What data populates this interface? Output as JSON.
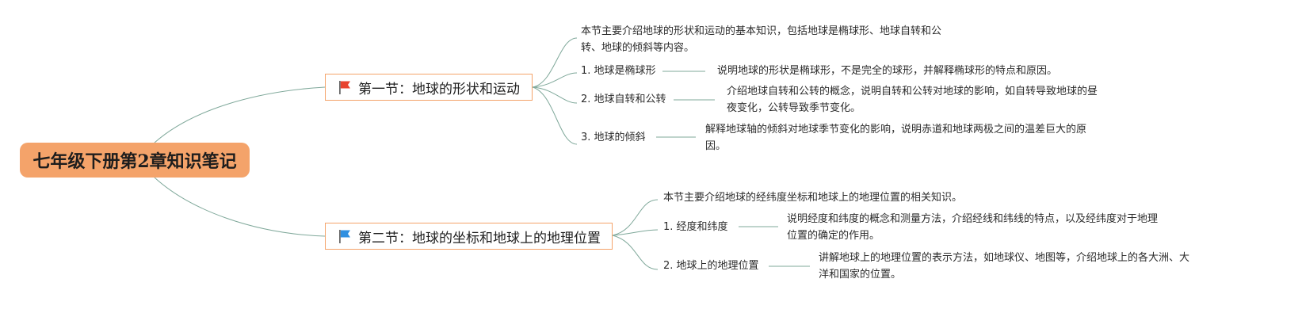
{
  "root": {
    "title": "七年级下册第2章知识笔记"
  },
  "sections": [
    {
      "title": "第一节：地球的形状和运动",
      "flag_color": "#e8432e",
      "intro": "本节主要介绍地球的形状和运动的基本知识，包括地球是椭球形、地球自转和公转、地球的倾斜等内容。",
      "topics": [
        {
          "label": "1. 地球是椭球形",
          "desc": "说明地球的形状是椭球形，不是完全的球形，并解释椭球形的特点和原因。"
        },
        {
          "label": "2. 地球自转和公转",
          "desc": "介绍地球自转和公转的概念，说明自转和公转对地球的影响，如自转导致地球的昼夜变化，公转导致季节变化。"
        },
        {
          "label": "3. 地球的倾斜",
          "desc": "解释地球轴的倾斜对地球季节变化的影响，说明赤道和地球两极之间的温差巨大的原因。"
        }
      ]
    },
    {
      "title": "第二节：地球的坐标和地球上的地理位置",
      "flag_color": "#2f8fe0",
      "intro": "本节主要介绍地球的经纬度坐标和地球上的地理位置的相关知识。",
      "topics": [
        {
          "label": "1. 经度和纬度",
          "desc": "说明经度和纬度的概念和测量方法，介绍经线和纬线的特点，以及经纬度对于地理位置的确定的作用。"
        },
        {
          "label": "2. 地球上的地理位置",
          "desc": "讲解地球上的地理位置的表示方法，如地球仪、地图等，介绍地球上的各大洲、大洋和国家的位置。"
        }
      ]
    }
  ]
}
